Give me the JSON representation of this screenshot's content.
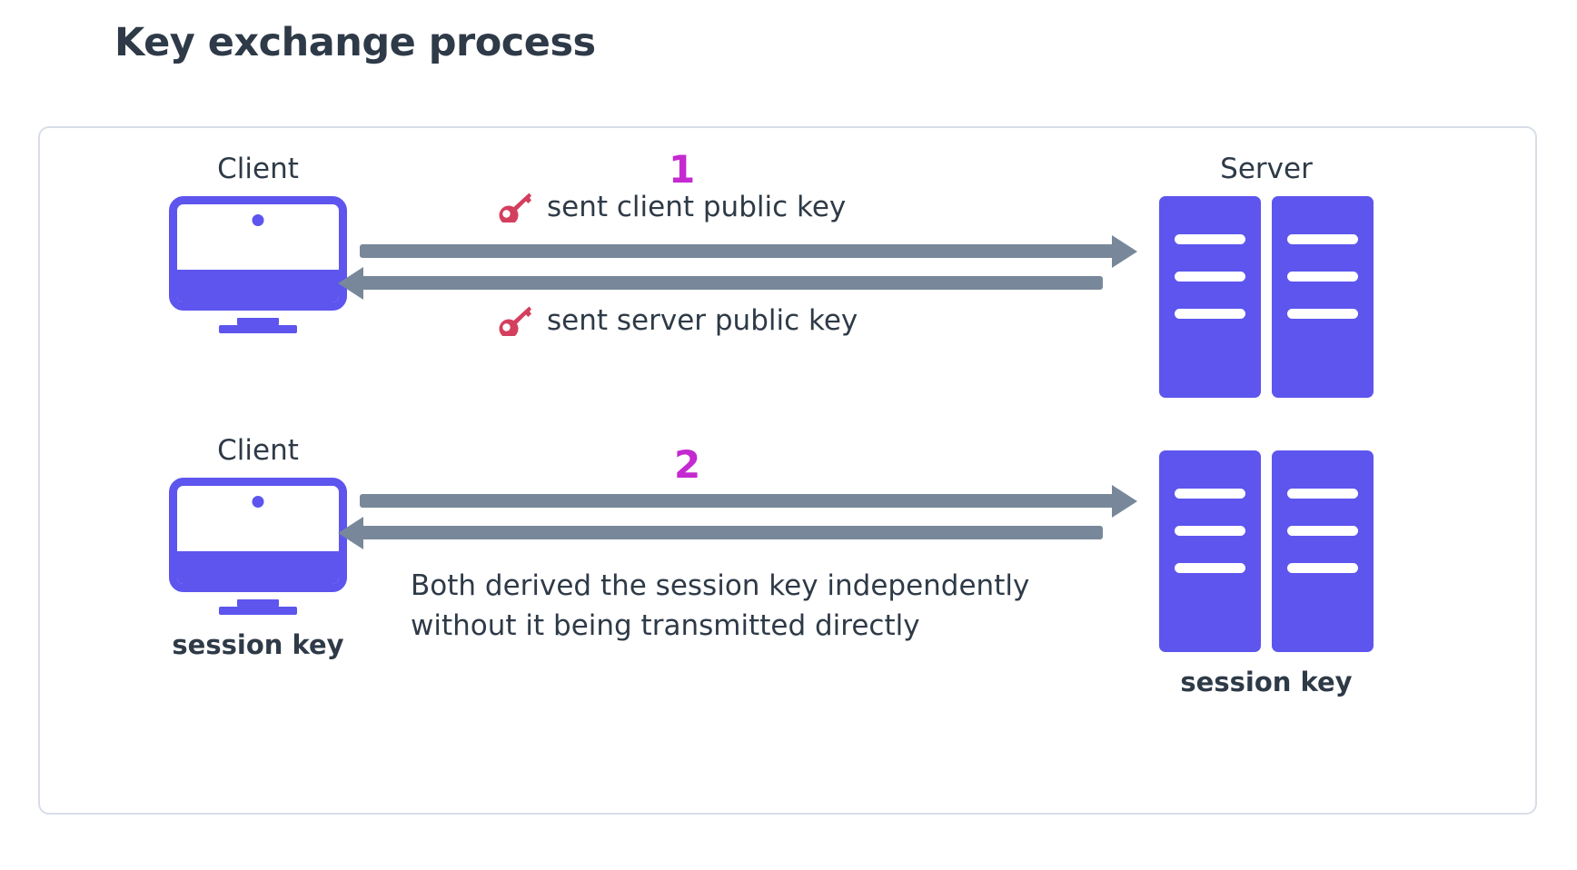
{
  "page": {
    "title": "Key exchange process"
  },
  "colors": {
    "title_text": "#2e3a47",
    "node_purple": "#5d55ee",
    "arrow_gray": "#78889a",
    "step_magenta": "#c42ad0",
    "key_red": "#d43f5e",
    "card_border": "#d8dde8",
    "background": "#ffffff"
  },
  "diagram": {
    "steps": [
      {
        "number": "1",
        "client_label": "Client",
        "server_label": "Server",
        "messages": [
          {
            "icon": "key-icon",
            "text": "sent client public key"
          },
          {
            "icon": "key-icon",
            "text": "sent server public key"
          }
        ]
      },
      {
        "number": "2",
        "client_label": "Client",
        "server_label": "",
        "client_session_label": "session key",
        "server_session_label": "session key",
        "note_lines": [
          "Both derived the session key independently",
          "without it being transmitted directly"
        ]
      }
    ]
  },
  "icons": {
    "monitor": "monitor-icon",
    "server": "server-icon",
    "key": "key-icon",
    "arrow_right": "arrow-right-icon",
    "arrow_left": "arrow-left-icon"
  }
}
